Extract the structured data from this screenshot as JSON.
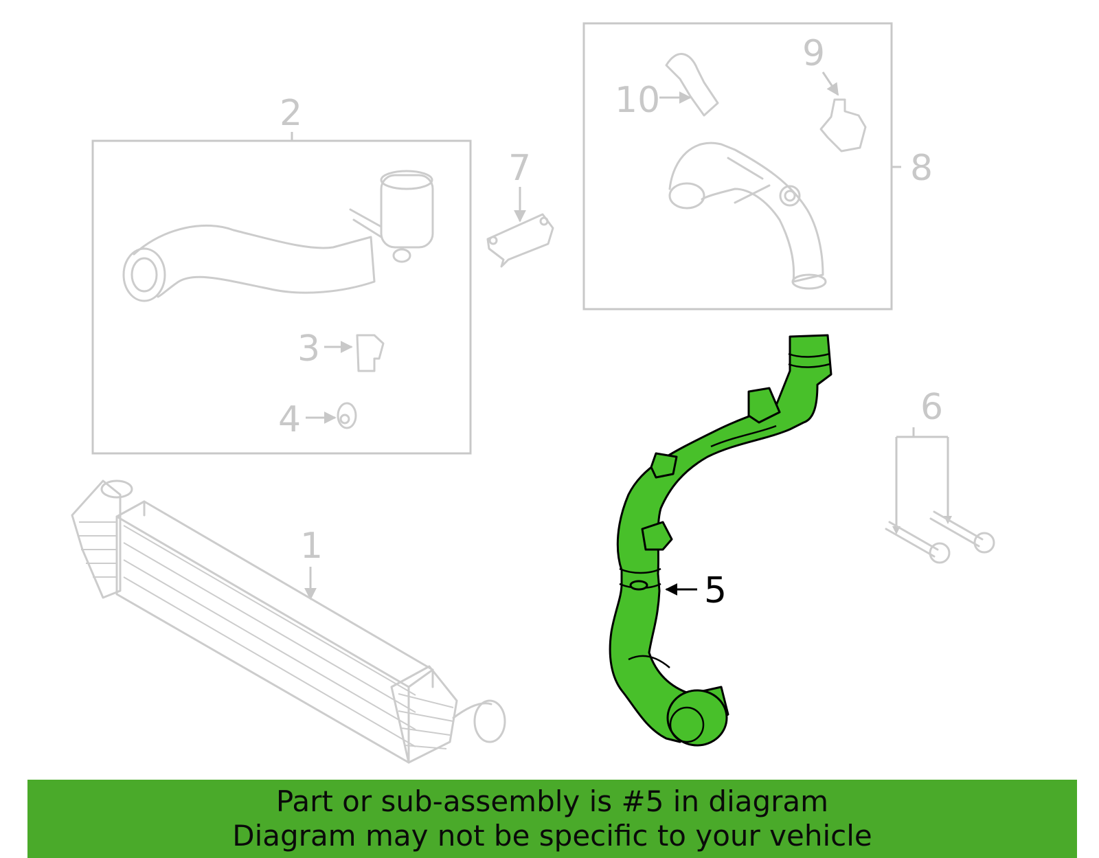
{
  "callouts": {
    "c1": "1",
    "c2": "2",
    "c3": "3",
    "c4": "4",
    "c5": "5",
    "c6": "6",
    "c7": "7",
    "c8": "8",
    "c9": "9",
    "c10": "10"
  },
  "highlight": {
    "part": "5",
    "color": "#48c02a"
  },
  "banner": {
    "line1": "Part or sub-assembly is #5 in diagram",
    "line2": "Diagram may not be specific to your vehicle",
    "color": "#4aaa2a"
  }
}
